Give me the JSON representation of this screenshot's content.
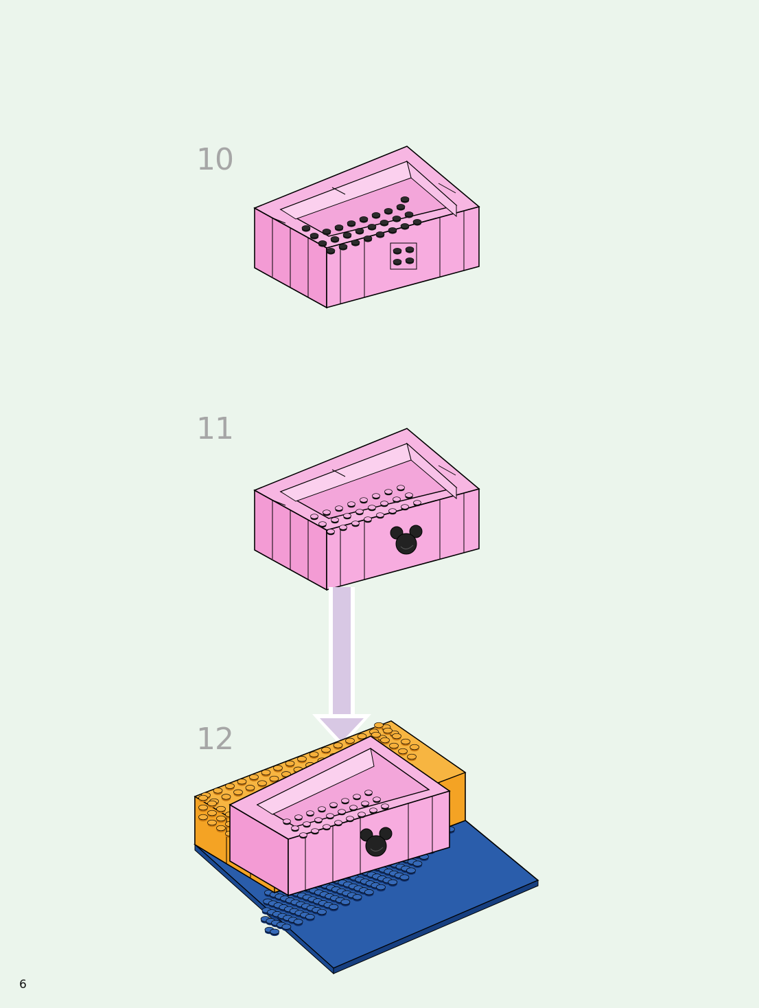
{
  "page_number": "6",
  "steps": [
    {
      "number": "10"
    },
    {
      "number": "11"
    },
    {
      "number": "12"
    }
  ],
  "colors": {
    "background": "#ebf5ec",
    "pink": "#f6a8de",
    "orange": "#f4a324",
    "blue": "#2a5dab",
    "arrow": "#d8c8e4",
    "step_number": "#a6a6a6"
  },
  "icons": [
    "mickey-head-tile-icon",
    "down-arrow-icon"
  ]
}
